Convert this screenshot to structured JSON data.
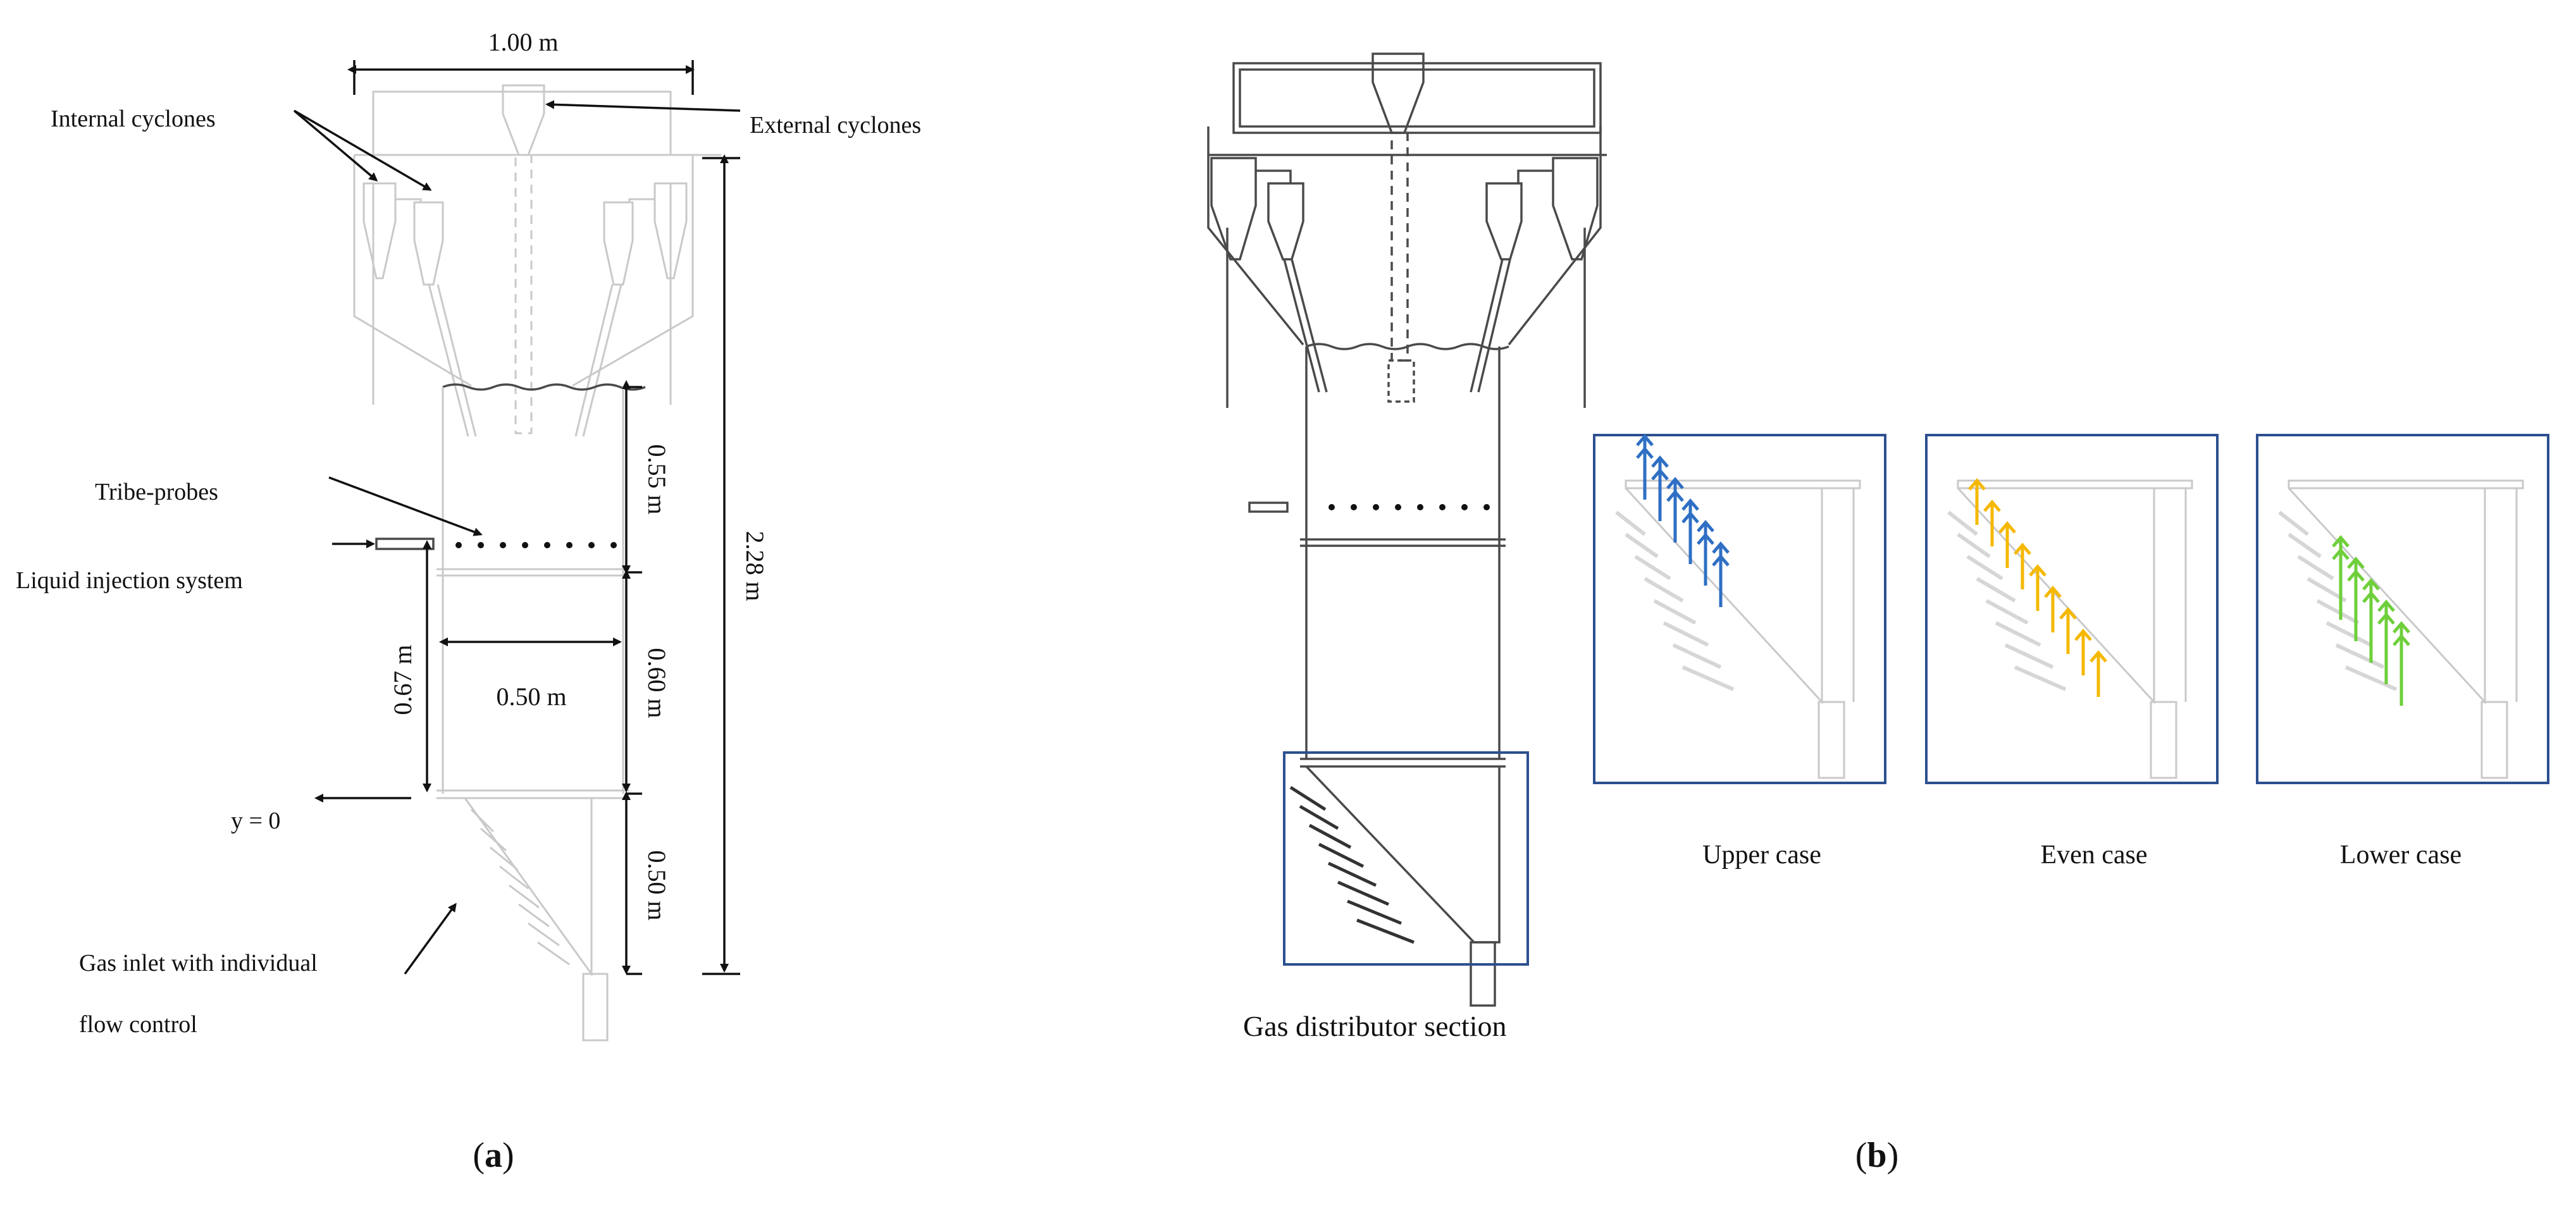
{
  "panel_a": {
    "dimensions": {
      "width_top": "1.00 m",
      "riser_height_upper": "0.55 m",
      "riser_height_middle": "0.60 m",
      "riser_height_lower": "0.50 m",
      "total_height": "2.28 m",
      "riser_width": "0.50 m",
      "injection_height": "0.67 m"
    },
    "labels": {
      "internal_cyclones": "Internal cyclones",
      "external_cyclones": "External cyclones",
      "tribe_probes": "Tribe-probes",
      "liquid_injection": "Liquid injection system",
      "y_zero": "y = 0",
      "gas_inlet_line1": "Gas inlet with individual",
      "gas_inlet_line2": "flow control"
    },
    "caption": {
      "open": "(",
      "letter": "a",
      "close": ")"
    }
  },
  "panel_b": {
    "labels": {
      "gas_distributor": "Gas distributor section"
    },
    "cases": [
      {
        "name": "Upper case",
        "color": "#2f6fc4"
      },
      {
        "name": "Even case",
        "color": "#f5b800"
      },
      {
        "name": "Lower case",
        "color": "#6ecf3a"
      }
    ],
    "frame_color": "#2c4f8f",
    "caption": {
      "open": "(",
      "letter": "b",
      "close": ")"
    }
  }
}
